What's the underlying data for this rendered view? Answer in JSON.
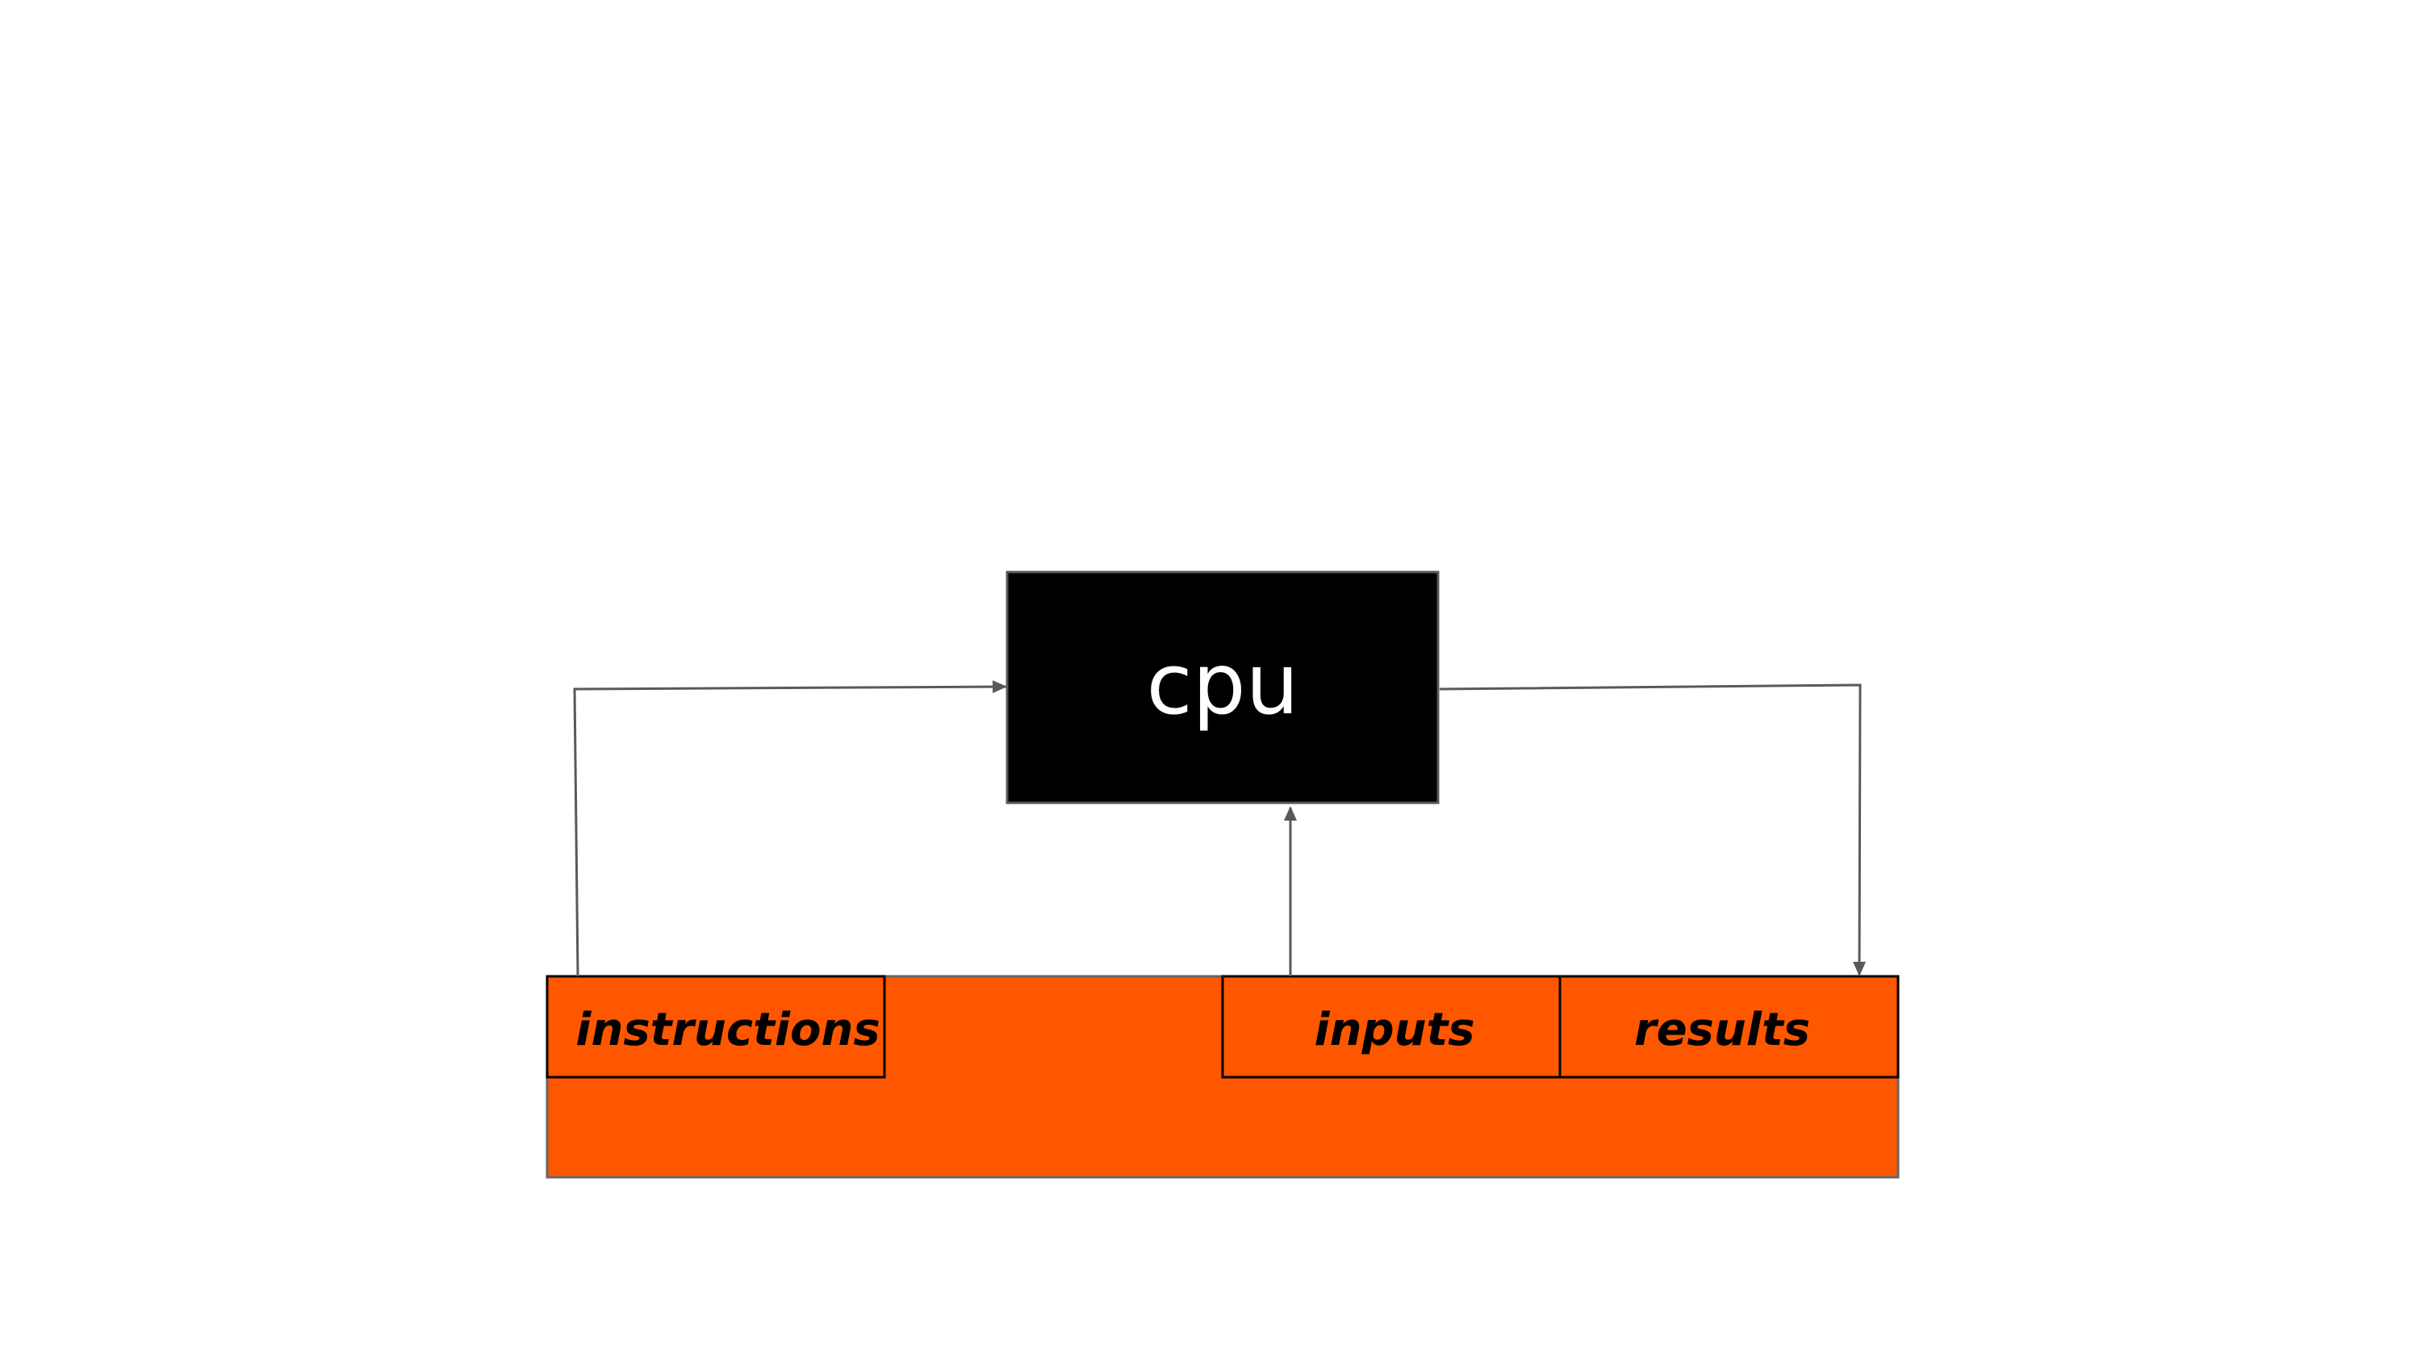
{
  "diagram": {
    "colors": {
      "background": "#ffffff",
      "cpu_fill": "#000000",
      "cpu_border": "#595959",
      "cpu_text": "#ffffff",
      "memory_fill": "#ff5700",
      "memory_border": "#666666",
      "cell_border": "#000000",
      "cell_text": "#000000",
      "arrow": "#595959"
    },
    "cpu": {
      "label": "cpu"
    },
    "memory": {
      "cells": [
        {
          "id": "instructions",
          "label": "instructions"
        },
        {
          "id": "inputs",
          "label": "inputs"
        },
        {
          "id": "results",
          "label": "results"
        }
      ]
    },
    "connections": [
      {
        "from": "instructions",
        "to": "cpu",
        "direction": "memory-to-cpu"
      },
      {
        "from": "inputs",
        "to": "cpu",
        "direction": "memory-to-cpu"
      },
      {
        "from": "cpu",
        "to": "results",
        "direction": "cpu-to-memory"
      }
    ]
  }
}
